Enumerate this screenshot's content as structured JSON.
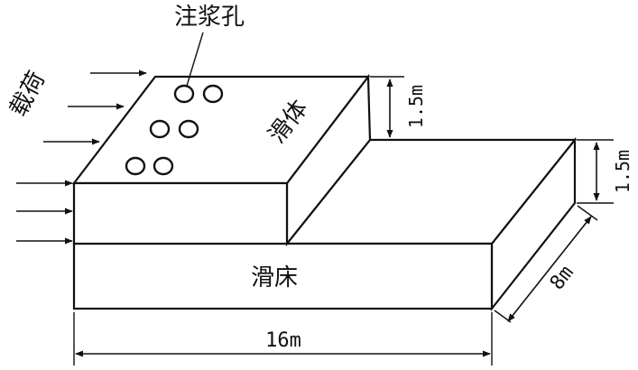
{
  "labels": {
    "grout_holes": "注浆孔",
    "load": "载荷",
    "sliding_body": "滑体",
    "sliding_bed": "滑床"
  },
  "dimensions": {
    "length": "16m",
    "width": "8m",
    "body_height": "1.5m",
    "bed_height": "1.5m"
  }
}
